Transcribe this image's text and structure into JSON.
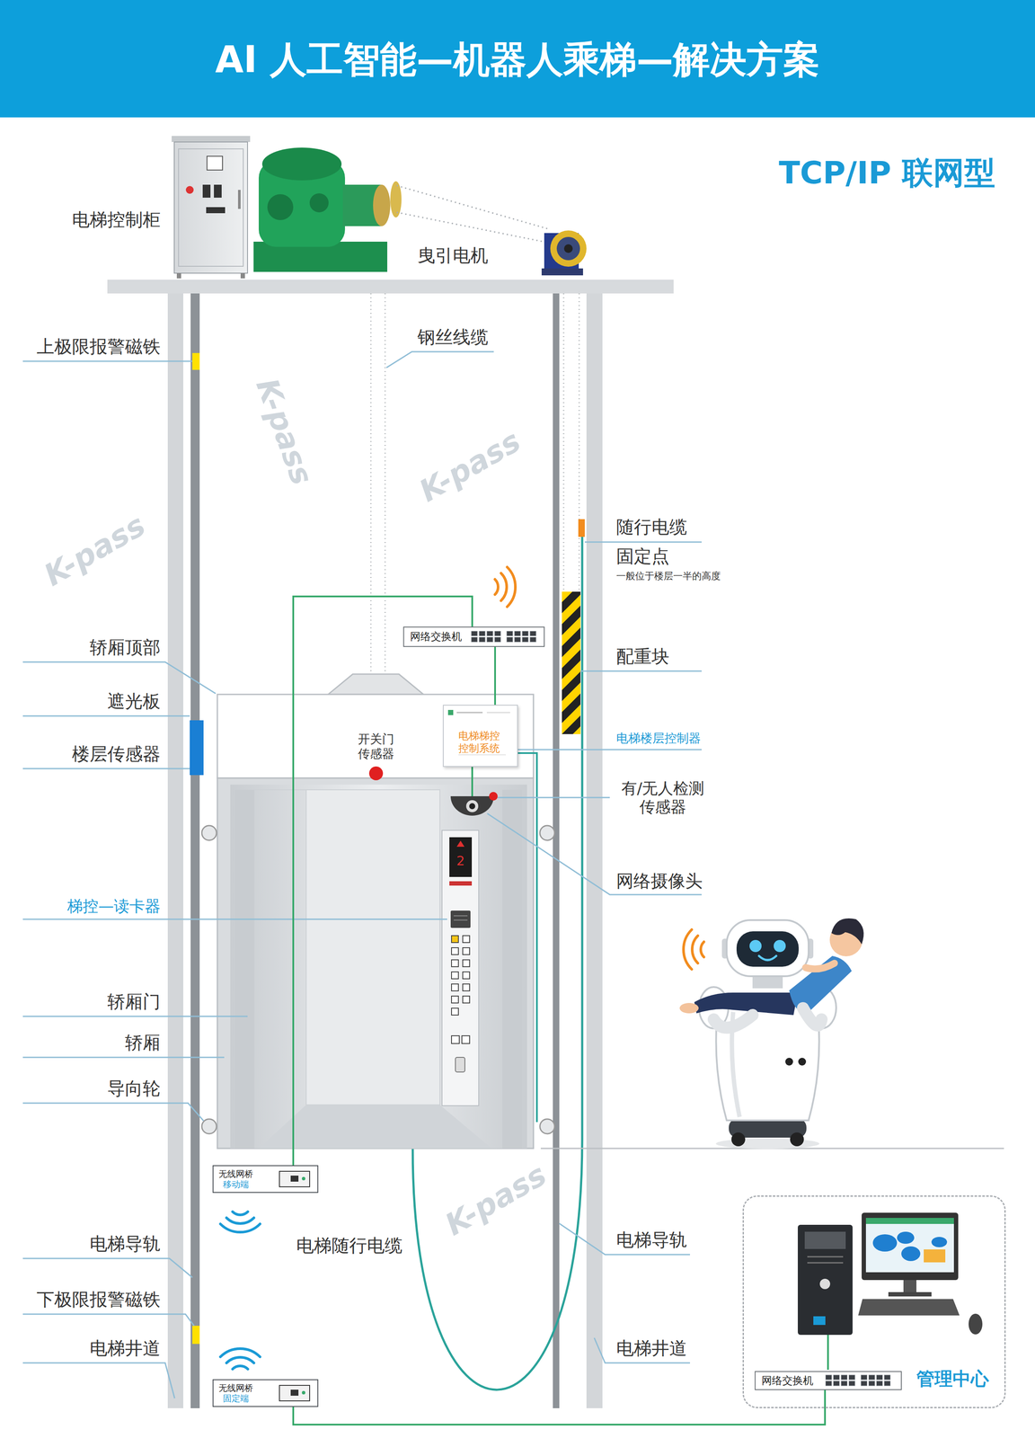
{
  "diagram": {
    "title": "AI 人工智能—机器人乘梯—解决方案",
    "nodes": [
      {
        "text": [
          "网络交换机"
        ]
      },
      {
        "text": [
          "电梯梯控 控制系统"
        ]
      },
      {
        "text": [
          "无线网桥",
          "移动端"
        ]
      },
      {
        "text": [
          "管理中心"
        ]
      },
      {
        "text": [
          "网络交换机"
        ],
        "in": 3
      },
      {
        "text": [
          "无线网桥",
          "固定端"
        ]
      }
    ],
    "edges": [
      {
        "from": 0,
        "to": 1,
        "arrow": "none"
      },
      {
        "from": 0,
        "to": 2,
        "arrow": "none"
      },
      {
        "from": 5,
        "to": 4,
        "arrow": "none"
      }
    ],
    "labels": [
      "电梯控制柜",
      "曳引电机",
      "TCP/IP 联网型",
      "钢丝线缆",
      "上极限报警磁铁",
      "随行电缆",
      "固定点",
      "一般位于楼层一半的高度",
      "配重块",
      "轿厢顶部",
      "遮光板",
      "开关门 传感器",
      "电梯楼层控制器",
      "楼层传感器",
      "有/无人检测 传感器",
      "网络摄像头",
      "2",
      "梯控—读卡器",
      "轿厢门",
      "轿厢",
      "导向轮",
      "电梯导轨",
      "电梯随行电缆",
      "电梯导轨",
      "下极限报警磁铁",
      "电梯井道",
      "电梯井道",
      "K-pass",
      "K-pass",
      "K-pass",
      "K-pass"
    ]
  }
}
